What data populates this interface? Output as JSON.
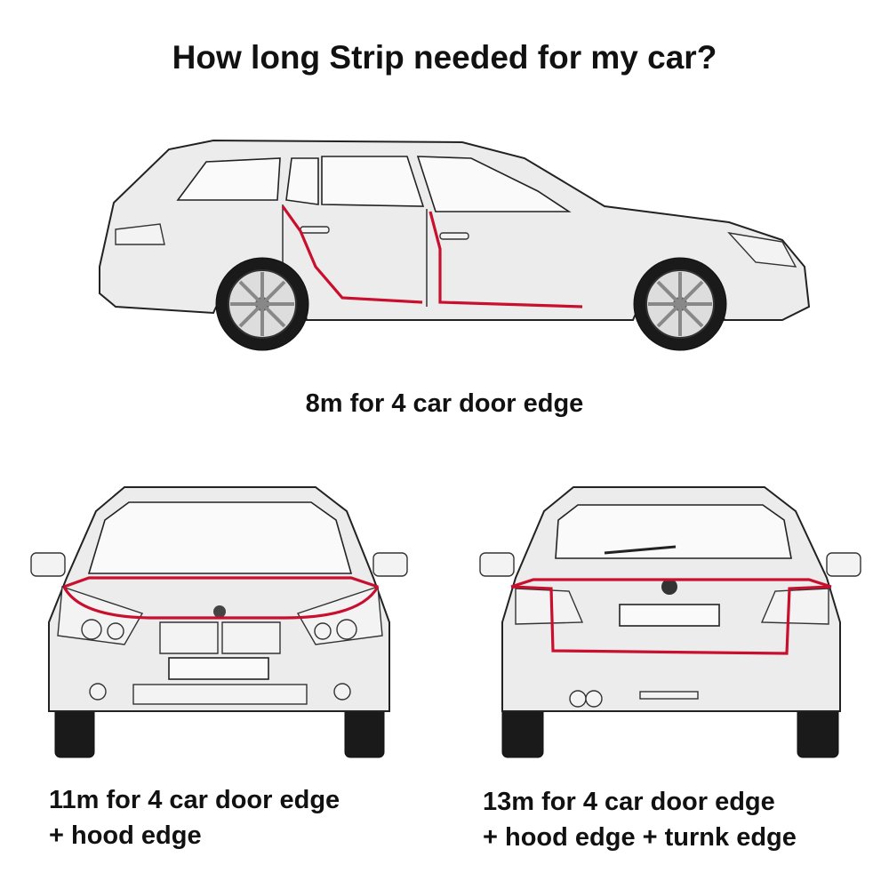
{
  "title": "How long Strip needed for my car?",
  "options": [
    {
      "lines": [
        "8m for 4 car door edge"
      ]
    },
    {
      "lines": [
        "11m for 4 car door edge",
        "+ hood edge"
      ]
    },
    {
      "lines": [
        "13m for 4 car door edge",
        "+ hood edge + turnk edge"
      ]
    }
  ],
  "colors": {
    "strip": "#c8102e",
    "body": "#ececec",
    "outline": "#222222"
  }
}
